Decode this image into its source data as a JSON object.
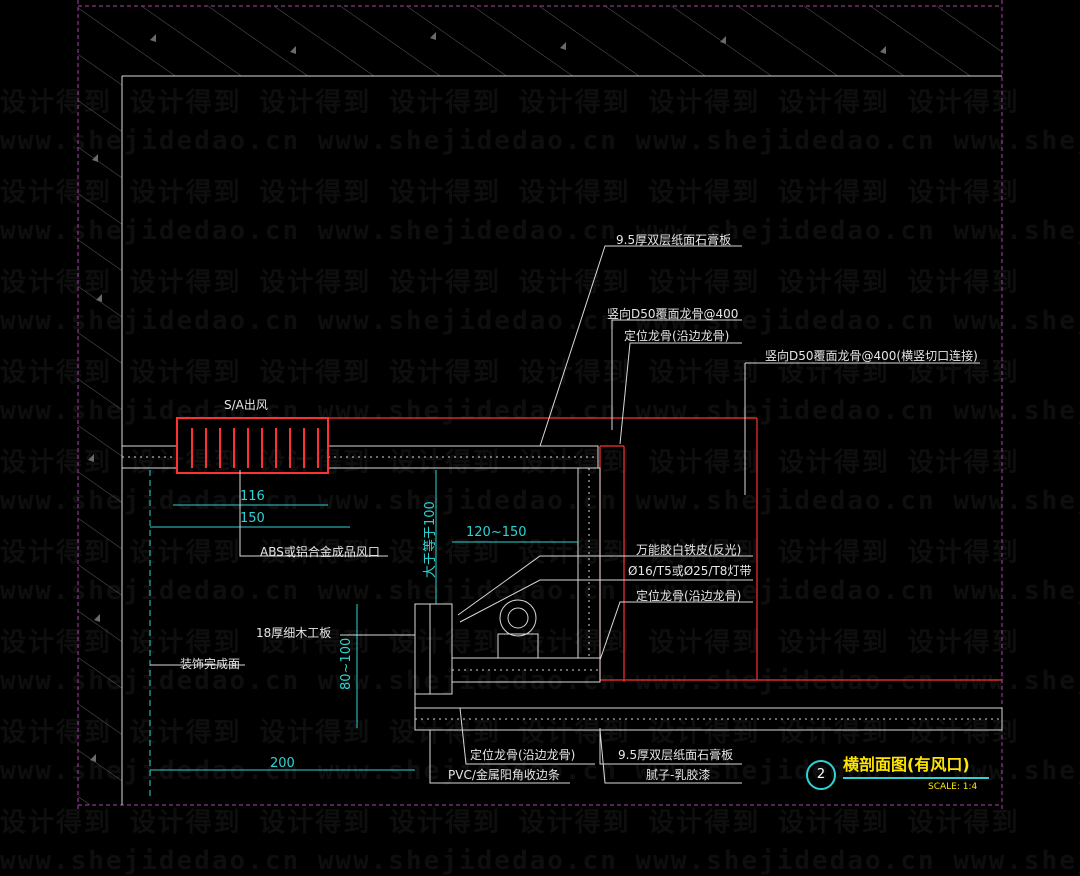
{
  "labels": {
    "sa_outlet": "S/A出风",
    "board_top": "9.5厚双层纸面石膏板",
    "stud_vertical": "竖向D50覆面龙骨@400",
    "locating_keel_1": "定位龙骨(沿边龙骨)",
    "stud_vertical_2": "竖向D50覆面龙骨@400(横竖切口连接)",
    "abs_vent": "ABS或铝合金成品风口",
    "glue_iron": "万能胶白铁皮(反光)",
    "lamp_tube": "Ø16/T5或Ø25/T8灯带",
    "locating_keel_2": "定位龙骨(沿边龙骨)",
    "blockboard": "18厚细木工板",
    "finish_surface": "装饰完成面",
    "locating_keel_3": "定位龙骨(沿边龙骨)",
    "board_bottom": "9.5厚双层纸面石膏板",
    "pvc_trim": "PVC/金属阳角收边条",
    "putty_paint": "腻子-乳胶漆"
  },
  "dims": {
    "d116": "116",
    "d150": "150",
    "d120_150": "120~150",
    "d_ge100": "大于等于100",
    "d80_100": "80~100",
    "d200": "200"
  },
  "title_block": {
    "number": "2",
    "title": "横剖面图(有风口)",
    "scale": "SCALE: 1:4"
  },
  "watermark": {
    "text_cn": "设计得到",
    "text_url": "www.shejidedao.cn"
  },
  "colors": {
    "background": "#000000",
    "line_white": "#d9d9d9",
    "line_red": "#ff3030",
    "dim_cyan": "#2fd3d3",
    "title_yellow": "#ffe600",
    "hatch_gray": "#5a5a5a",
    "border_magenta": "#b040b0"
  }
}
